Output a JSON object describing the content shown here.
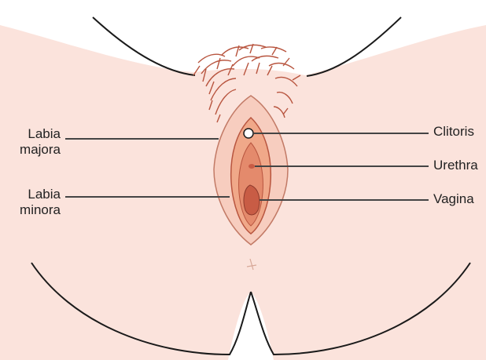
{
  "labels": {
    "labia_majora": "Labia\nmajora",
    "labia_minora": "Labia\nminora",
    "clitoris": "Clitoris",
    "urethra": "Urethra",
    "vagina": "Vagina"
  },
  "colors": {
    "skin": "#fbe3dc",
    "outline": "#1a1a1a",
    "hair": "#b8553f",
    "labia_minora": "#f0a889",
    "vestibule": "#e48a6c",
    "vaginal_opening": "#c85c45",
    "leader_line": "#444444"
  }
}
